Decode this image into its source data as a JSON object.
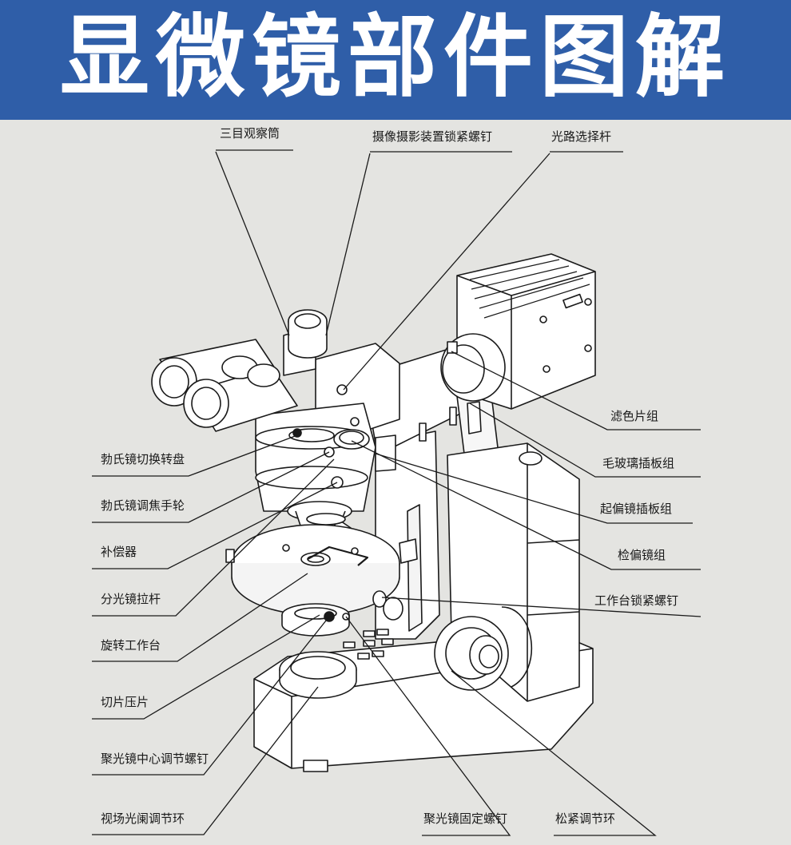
{
  "title": "显微镜部件图解",
  "colors": {
    "banner": "#2f5ea8",
    "background": "#e4e4e1",
    "line": "#1a1a1a"
  },
  "labels": {
    "trinocular_tube": "三目观察筒",
    "camera_lock_screw": "摄像摄影装置锁紧螺钉",
    "light_path_lever": "光路选择杆",
    "filter_set": "滤色片组",
    "ground_glass_slider": "毛玻璃插板组",
    "polarizer_slider": "起偏镜插板组",
    "analyzer_set": "检偏镜组",
    "stage_lock_screw": "工作台锁紧螺钉",
    "bertrand_turret": "勃氏镜切换转盘",
    "bertrand_focus_wheel": "勃氏镜调焦手轮",
    "compensator": "补偿器",
    "beam_splitter_lever": "分光镜拉杆",
    "rotating_stage": "旋转工作台",
    "slide_clip": "切片压片",
    "condenser_center_screw": "聚光镜中心调节螺钉",
    "field_diaphragm_ring": "视场光阑调节环",
    "condenser_fix_screw": "聚光镜固定螺钉",
    "tension_ring": "松紧调节环"
  }
}
